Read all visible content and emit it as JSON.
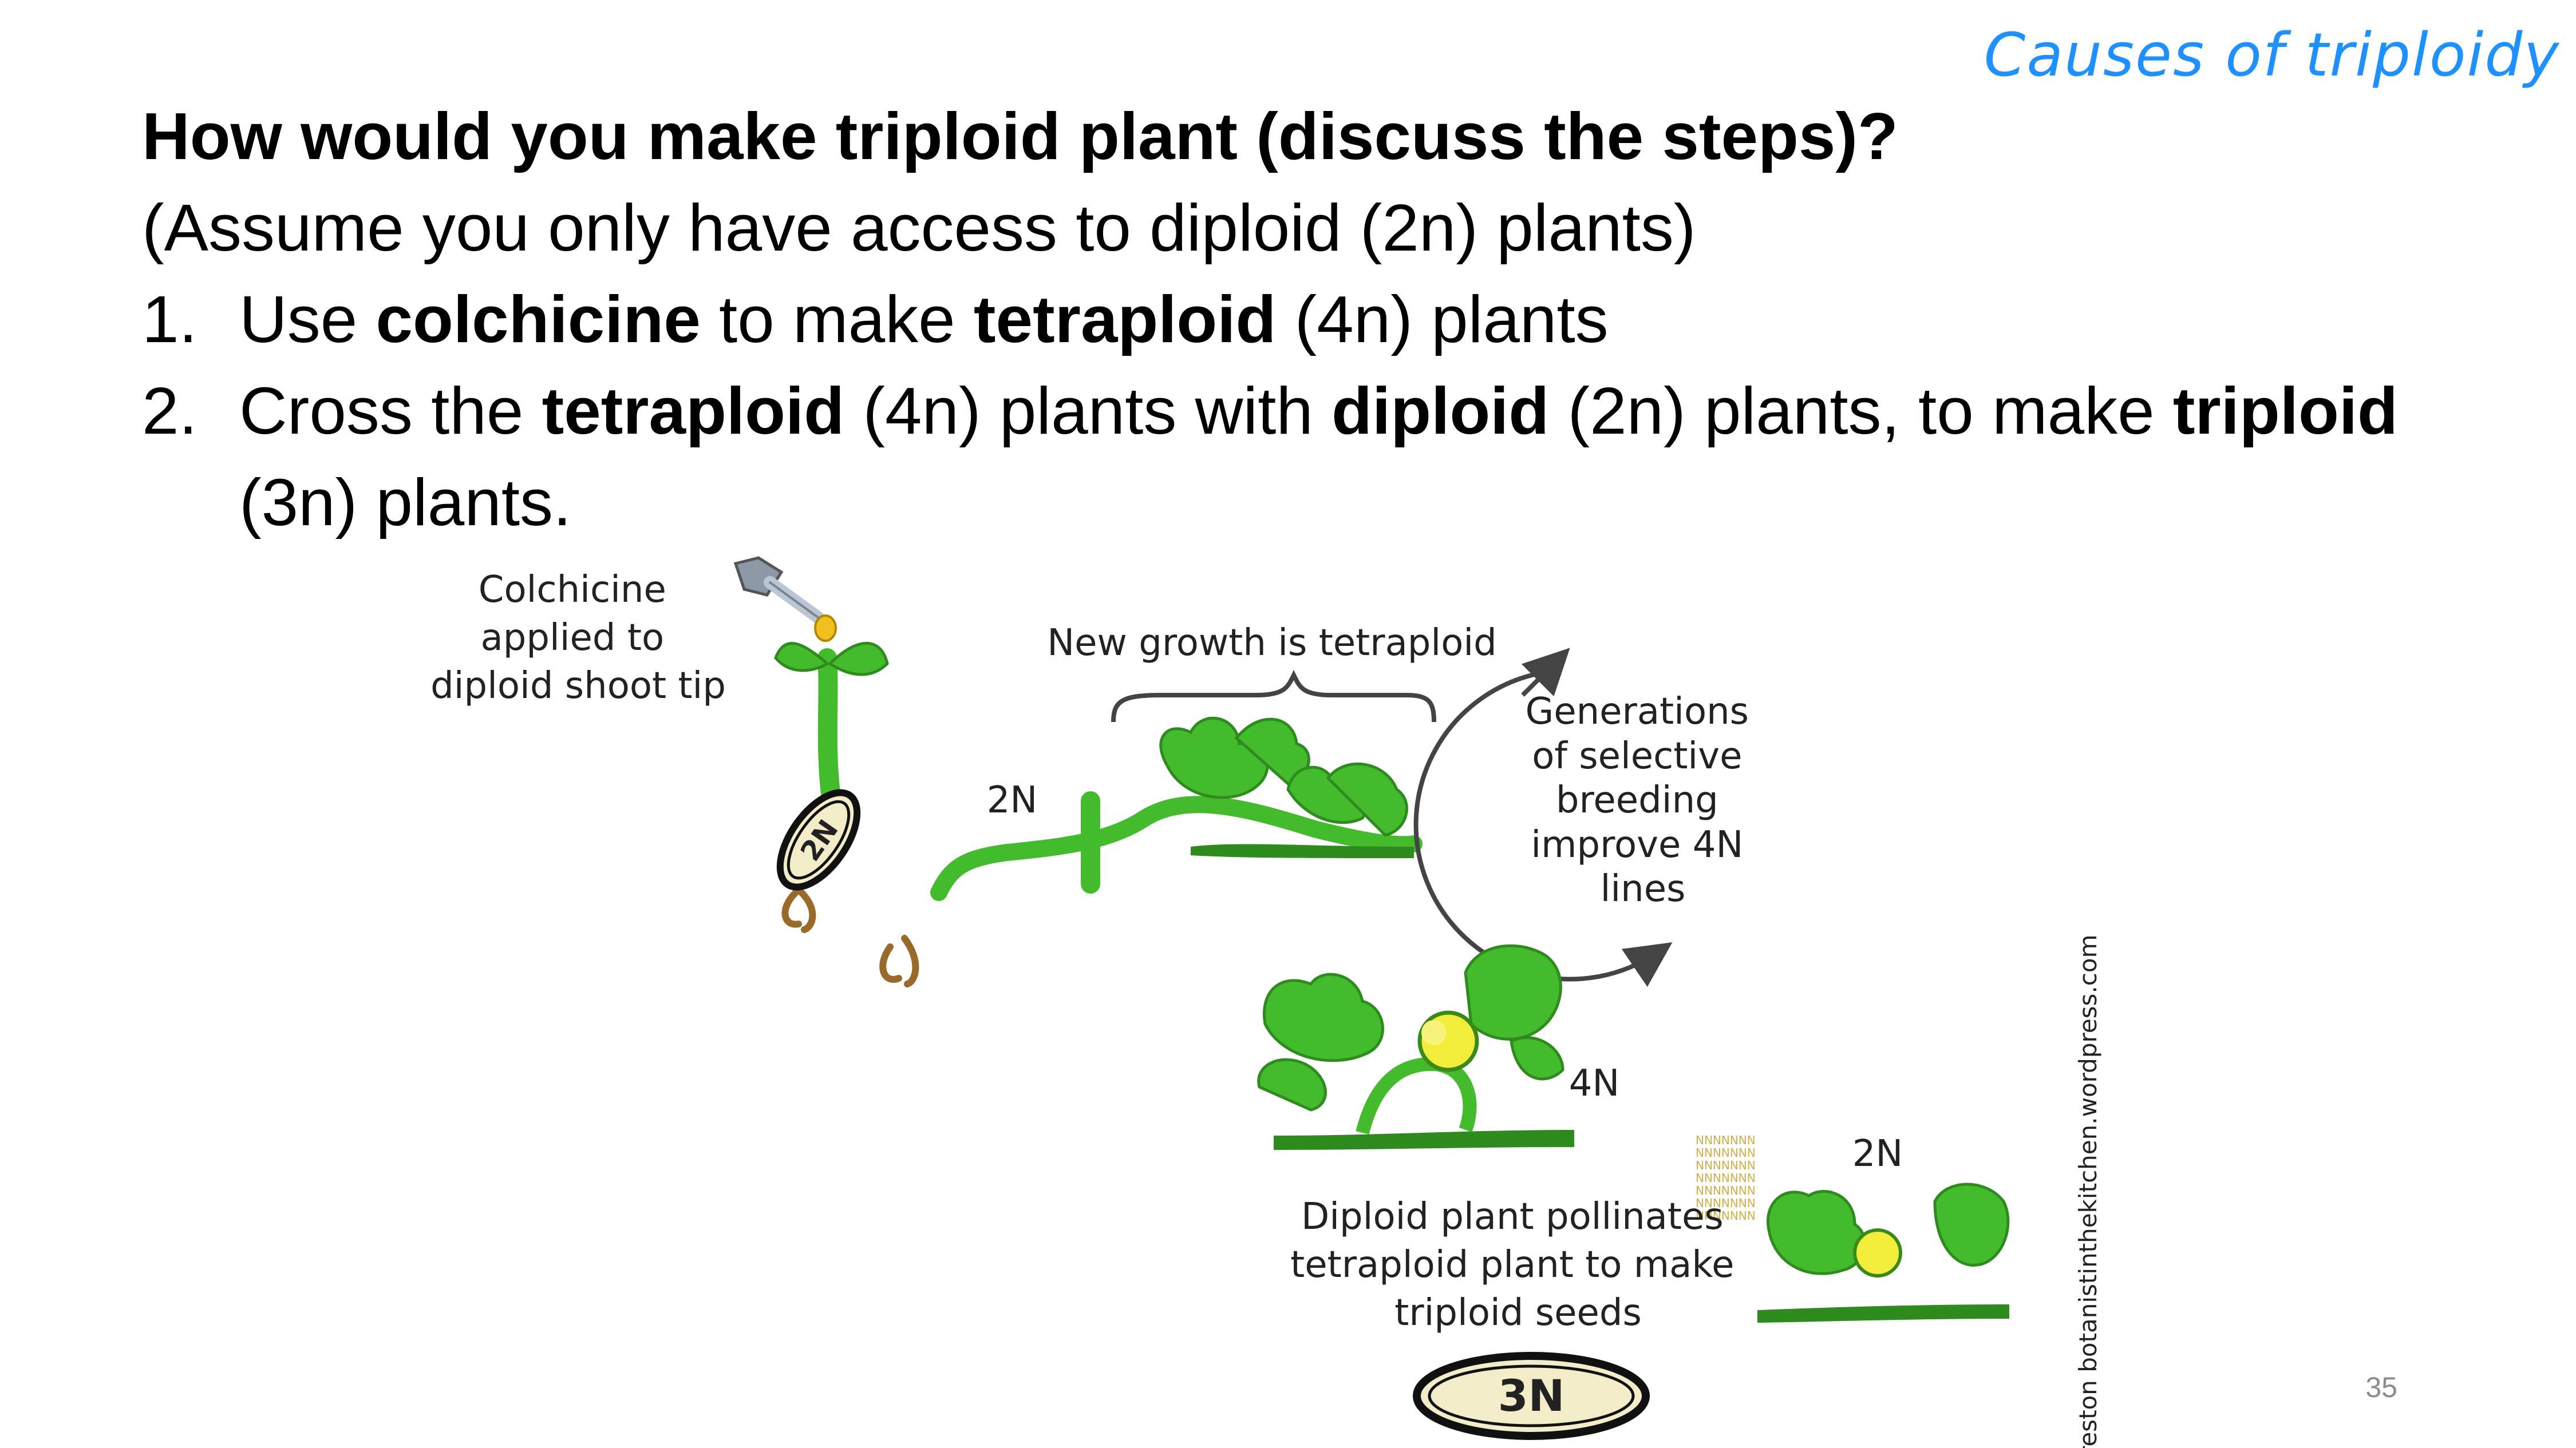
{
  "slide": {
    "corner_title": "Causes of triploidy",
    "title": "How would you make triploid plant (discuss the steps)?",
    "subtitle": "(Assume you only have access to diploid (2n) plants)",
    "steps": [
      {
        "number": "1.",
        "parts": [
          {
            "text": "Use ",
            "bold": false
          },
          {
            "text": "colchicine",
            "bold": true
          },
          {
            "text": " to make ",
            "bold": false
          },
          {
            "text": "tetraploid",
            "bold": true
          },
          {
            "text": " (4n) plants",
            "bold": false
          }
        ]
      },
      {
        "number": "2.",
        "parts": [
          {
            "text": "Cross the ",
            "bold": false
          },
          {
            "text": "tetraploid",
            "bold": true
          },
          {
            "text": " (4n) plants with ",
            "bold": false
          },
          {
            "text": "diploid",
            "bold": true
          },
          {
            "text": " (2n) plants, to make ",
            "bold": false
          },
          {
            "text": "triploid",
            "bold": true
          },
          {
            "text": " (3n) plants.",
            "bold": false
          }
        ]
      }
    ],
    "slide_number": "35"
  },
  "diagram": {
    "colchicine_label": [
      "Colchicine",
      "applied to",
      "diploid shoot tip"
    ],
    "seed_label": "2N",
    "shoot_label": "2N",
    "new_growth_label": "New growth is tetraploid",
    "cycle_label": [
      "Generations",
      "of selective",
      "breeding",
      "improve 4N",
      "lines"
    ],
    "tetraploid_label": "4N",
    "pollen_label": "NNNNNNN",
    "diploid_label": "2N",
    "pollinate_label": [
      "Diploid plant pollinates",
      "tetraploid plant to make",
      "triploid seeds"
    ],
    "result_seed_label": "3N",
    "credit": "reston botanistinthekitchen.wordpress.com",
    "colors": {
      "accent_blue": "#1e90ff",
      "plant_green": "#44bb2c",
      "plant_dark": "#2e8b1e",
      "root_brown": "#9a6a2a",
      "flower_yellow": "#f2ec3a",
      "seed_fill": "#f3ecc8"
    }
  }
}
